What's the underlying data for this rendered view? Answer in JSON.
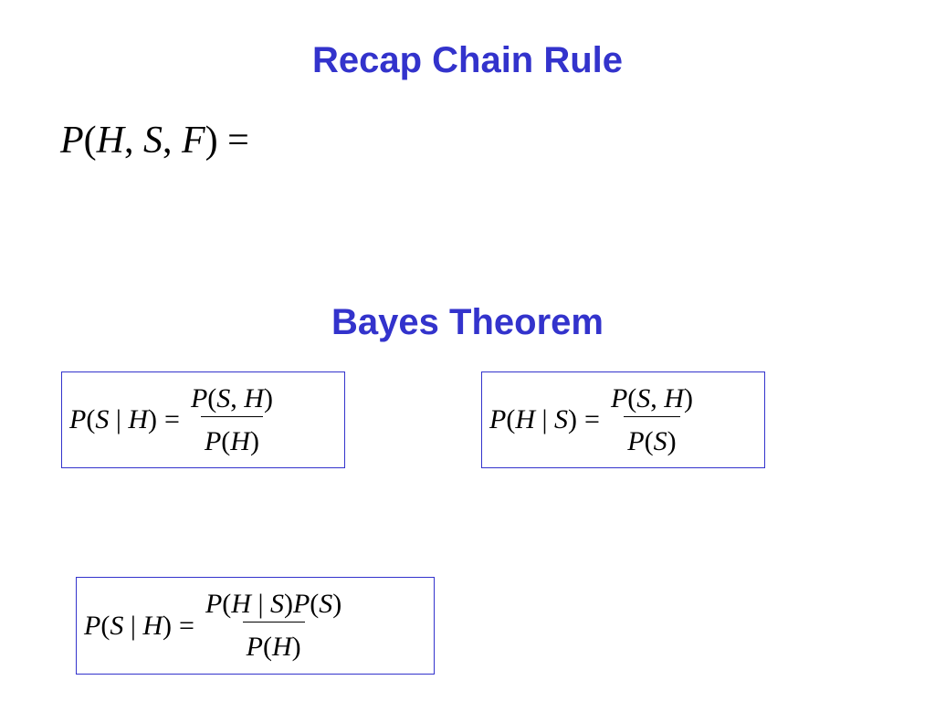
{
  "slide": {
    "title": "Recap Chain Rule",
    "subtitle": "Bayes Theorem",
    "chain_rule_lhs": "P(H, S, F) =",
    "bayes_s_given_h": {
      "lhs": "P(S | H)",
      "numerator": "P(S, H)",
      "denominator": "P(H)"
    },
    "bayes_h_given_s": {
      "lhs": "P(H | S)",
      "numerator": "P(S, H)",
      "denominator": "P(S)"
    },
    "bayes_expanded": {
      "lhs": "P(S | H)",
      "numerator": "P(H | S)P(S)",
      "denominator": "P(H)"
    },
    "colors": {
      "heading": "#3333cc",
      "box_border": "#3333cc",
      "math": "#000000",
      "background": "#ffffff"
    }
  }
}
